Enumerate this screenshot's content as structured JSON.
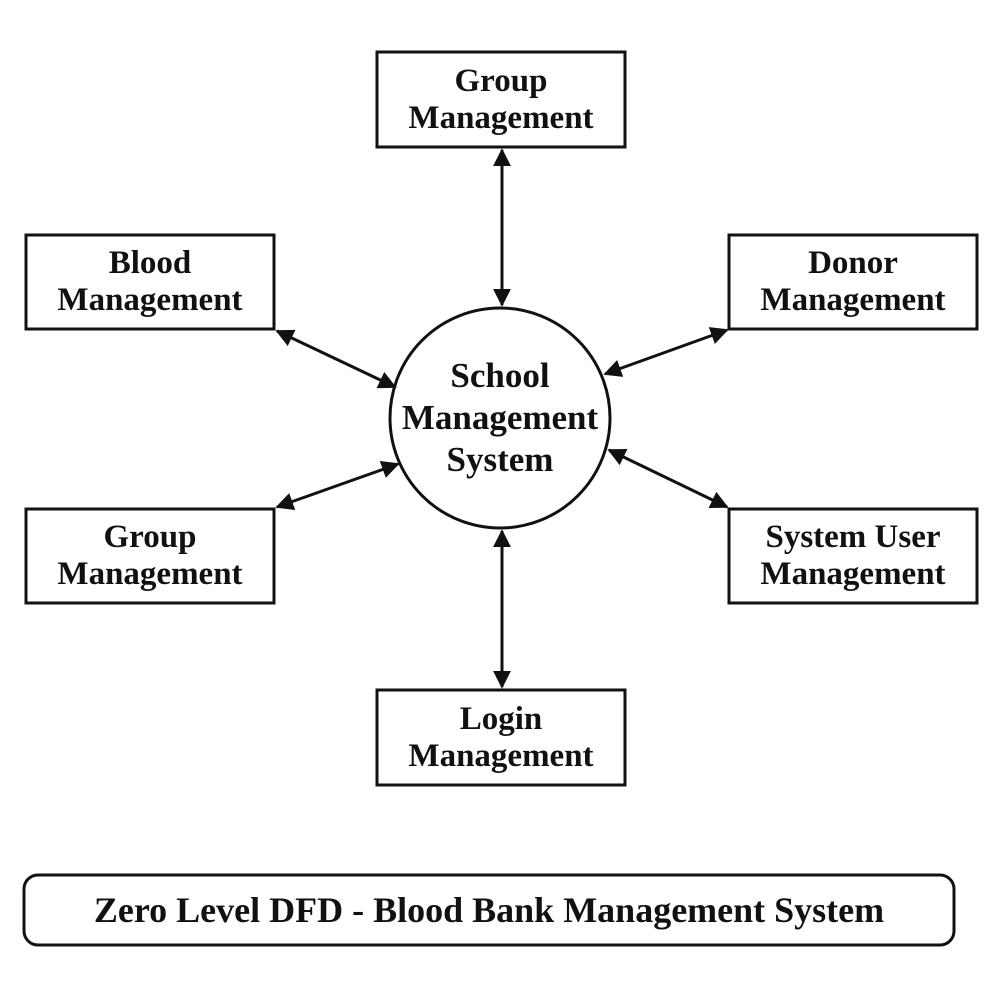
{
  "center": {
    "line1": "School",
    "line2": "Management",
    "line3": "System"
  },
  "entities": {
    "top": {
      "line1": "Group",
      "line2": "Management"
    },
    "top_left": {
      "line1": "Blood",
      "line2": "Management"
    },
    "top_right": {
      "line1": "Donor",
      "line2": "Management"
    },
    "bottom_left": {
      "line1": "Group",
      "line2": "Management"
    },
    "bottom_right": {
      "line1": "System User",
      "line2": "Management"
    },
    "bottom": {
      "line1": "Login",
      "line2": "Management"
    }
  },
  "caption": "Zero Level DFD - Blood Bank Management System"
}
